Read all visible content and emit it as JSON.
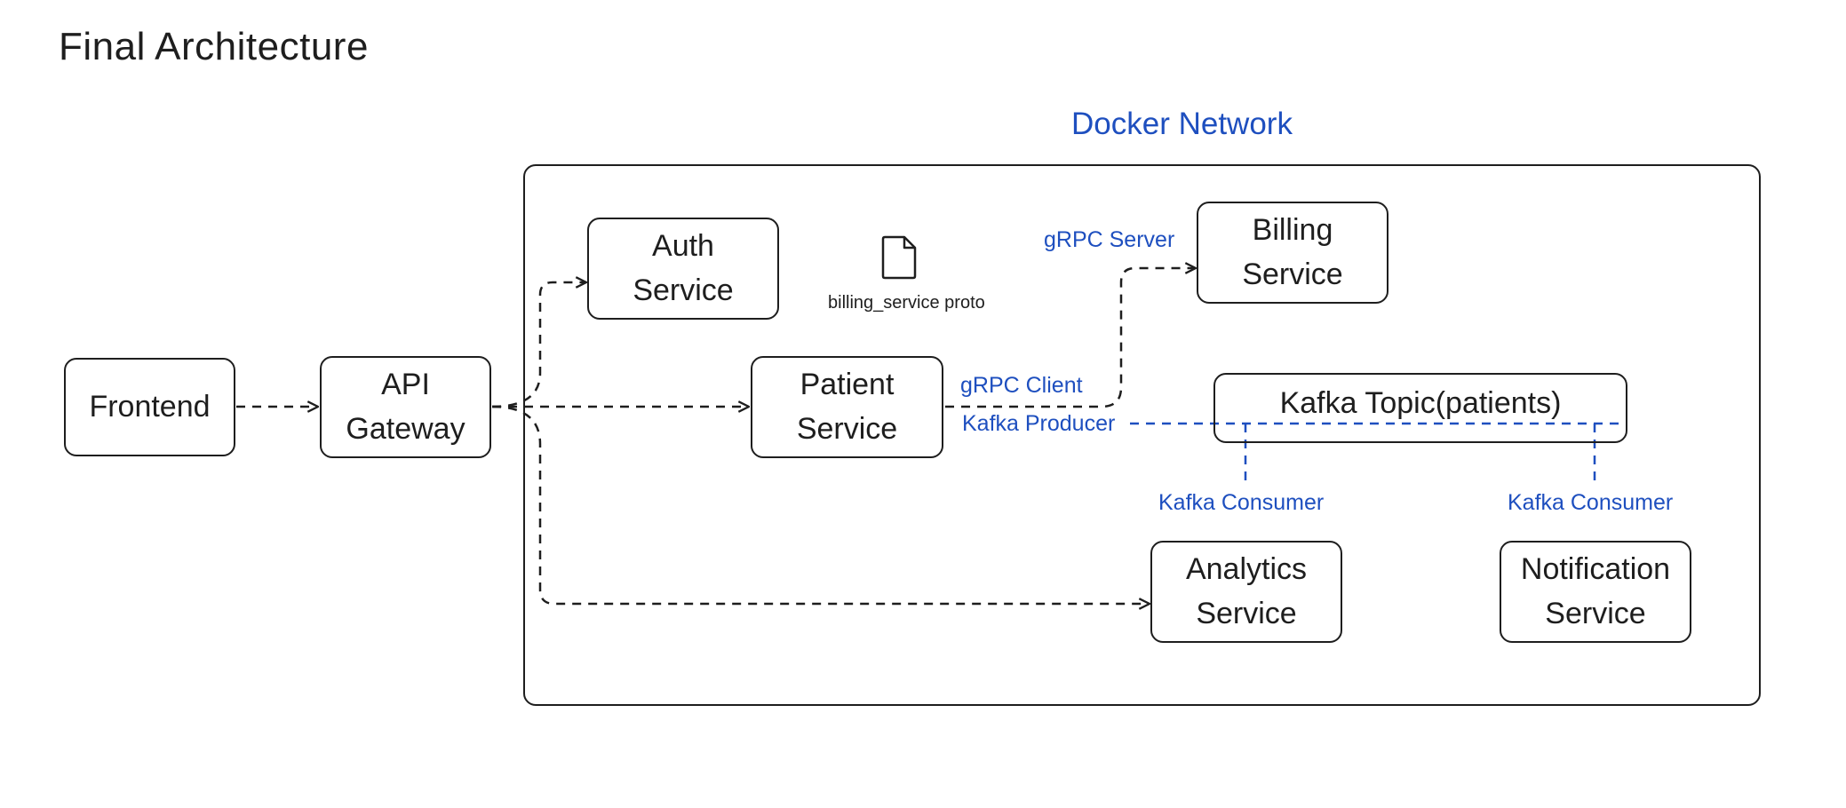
{
  "title": "Final Architecture",
  "network": {
    "label": "Docker Network"
  },
  "nodes": {
    "frontend": {
      "label": "Frontend"
    },
    "api_gateway": {
      "line1": "API",
      "line2": "Gateway"
    },
    "auth_service": {
      "line1": "Auth",
      "line2": "Service"
    },
    "patient_service": {
      "line1": "Patient",
      "line2": "Service"
    },
    "billing_service": {
      "line1": "Billing",
      "line2": "Service"
    },
    "kafka_topic": {
      "label": "Kafka Topic(patients)"
    },
    "analytics_service": {
      "line1": "Analytics",
      "line2": "Service"
    },
    "notification_service": {
      "line1": "Notification",
      "line2": "Service"
    }
  },
  "proto_file": {
    "icon": "file-icon",
    "label": "billing_service proto"
  },
  "edge_labels": {
    "grpc_server": "gRPC Server",
    "grpc_client": "gRPC Client",
    "kafka_producer": "Kafka Producer",
    "kafka_consumer_analytics": "Kafka Consumer",
    "kafka_consumer_notification": "Kafka Consumer"
  },
  "colors": {
    "accent_blue": "#1e4fbf",
    "stroke": "#1e1e1e",
    "background": "#ffffff"
  }
}
